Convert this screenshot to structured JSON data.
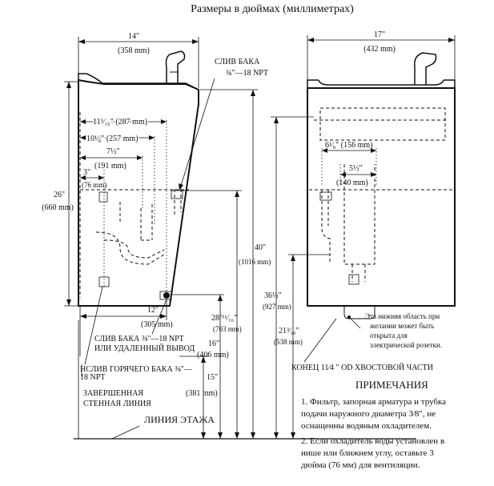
{
  "title": "Размеры в дюймах (миллиметрах)",
  "dims": {
    "w14": "14\"",
    "w14mm": "(358 mm)",
    "w17": "17\"",
    "w17mm": "(432 mm)",
    "d11": "11⁵⁄₁₆\" (287 mm)",
    "d10": "10¹⁄₈\" (257 mm)",
    "d7": "7½\"",
    "d7mm": "(191 mm)",
    "d3": "3\"",
    "d3mm": "(76 mm)",
    "h26": "26\"",
    "h26mm": "(660 mm)",
    "d12": "12\"",
    "d12mm": "(305 mm)",
    "h40": "40\"",
    "h40mm": "(1016 mm)",
    "h287": "28⁷¹¹⁄₁₆\"",
    "h287mm": "(703 mm)",
    "h16": "16\"",
    "h16mm": "(406 mm)",
    "h15": "15\"",
    "h15mm": "(381 mm)",
    "h36": "36½\"",
    "h36mm": "(927 mm)",
    "h21": "21³⁄₁₆\"",
    "h21mm": "(538 mm)",
    "d6": "6¹⁄₈\" (156 mm)",
    "d5": "5½\"",
    "d5mm": "(140 mm)"
  },
  "labels": {
    "drain_tank_1": "СЛИВ БАКА",
    "drain_tank_2": "¾\"—18 NPT",
    "drain2_line1": "СЛИВ БАКА  ⅜\"—18 NPT",
    "drain2_line2": "ИЛИ УДАЛЕННЫЙ ВЫВОД",
    "hotdrain_line1": "НСЛИВ ГОРЯЧЕГО БАКА ⅜\"—",
    "hotdrain_line2": "18 NPT",
    "finished_1": "ЗАВЕРШЕННАЯ",
    "finished_2": "СТЕННАЯ ЛИНИЯ",
    "floor": "ЛИНИЯ ЭТАЖА",
    "lower_area_1": "Эта нижняя область при",
    "lower_area_2": "желании может быть",
    "lower_area_3": "открыта для",
    "lower_area_4": "электрической розетки.",
    "tube_end": "КОНЕЦ 11⁄4 \" OD ХВОСТОВОЙ ЧАСТИ"
  },
  "notes": {
    "heading": "ПРИМЕЧАНИЯ",
    "n1_line1": "1. Фильтр, запорная арматура и трубка",
    "n1_line2": "подачи наружного диаметра 3⁄8\", не",
    "n1_line3": "оснащенны водяным охладителем.",
    "n2_line1": "2. Если охладитель воды установлен в",
    "n2_line2": "нише или ближнем углу, оставьте 3",
    "n2_line3": "дюйма (76 мм) для вентиляции."
  }
}
